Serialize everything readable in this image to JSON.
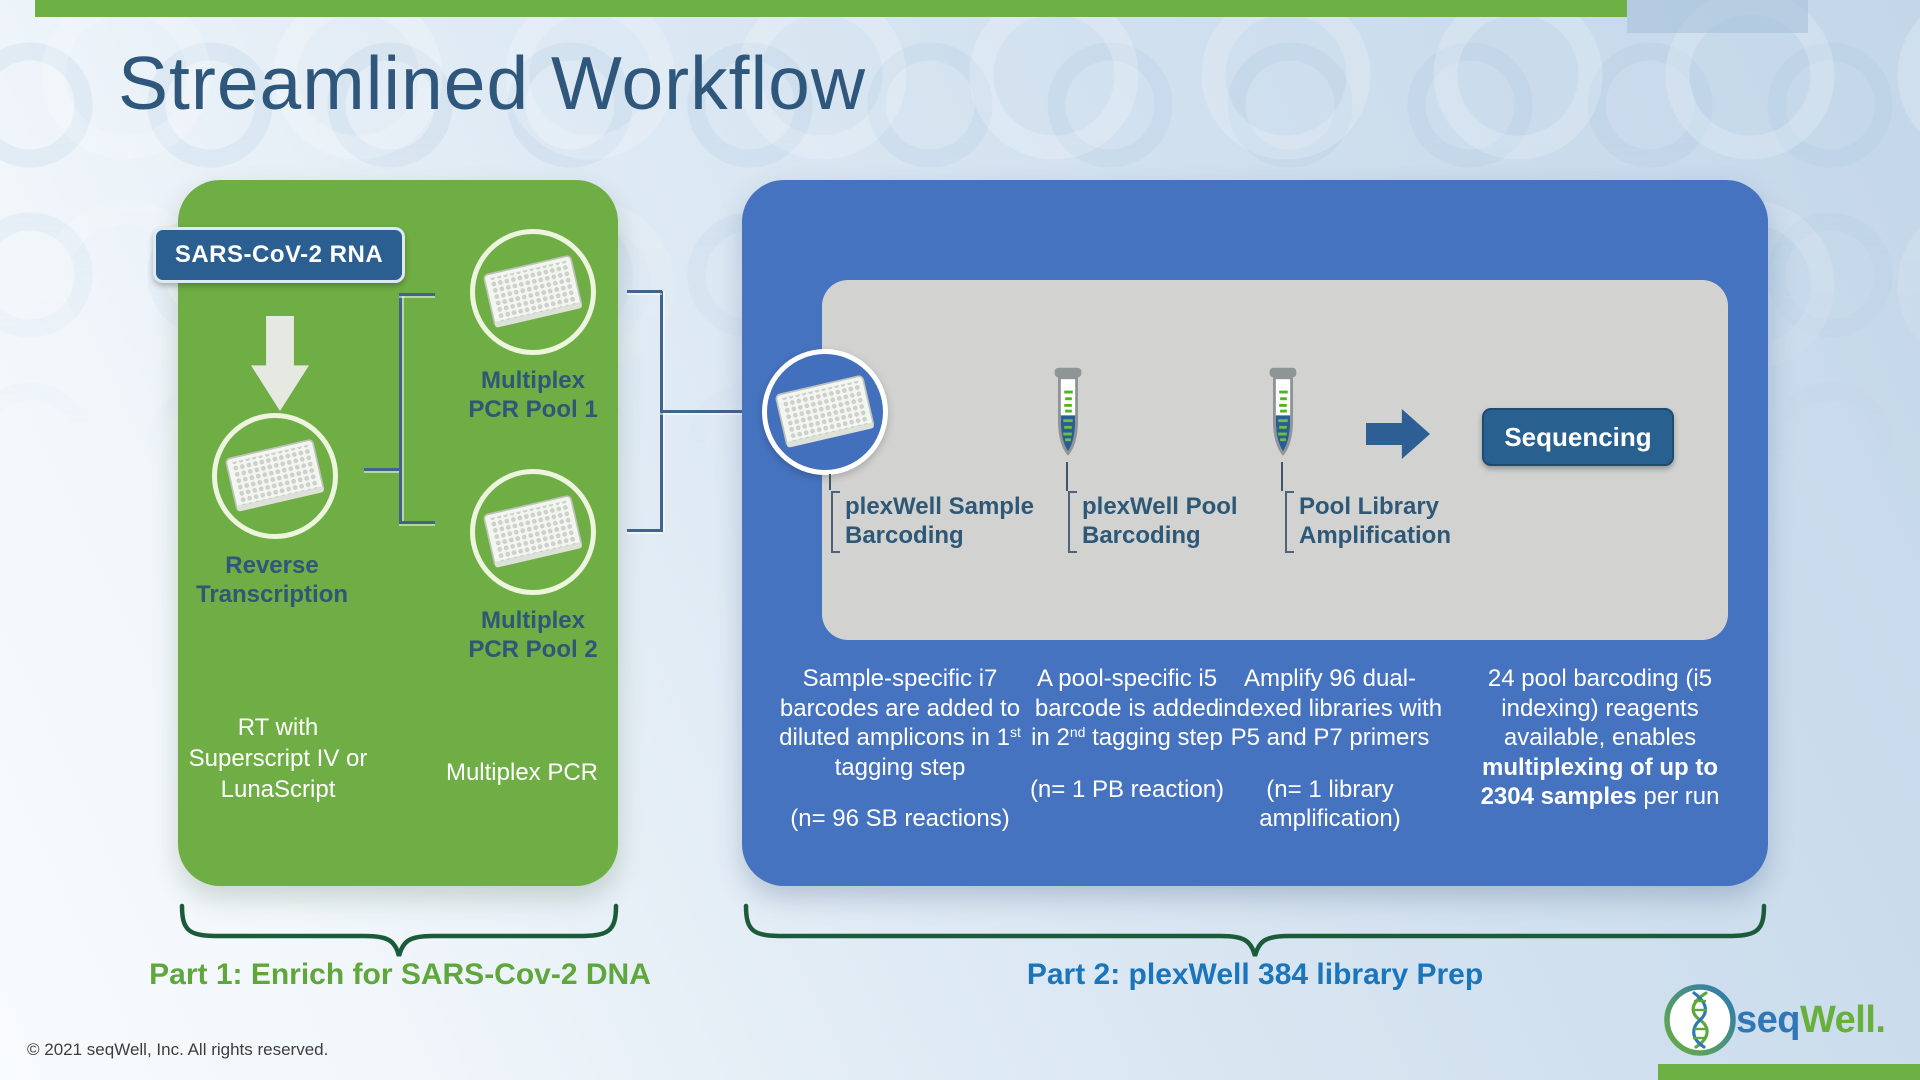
{
  "slide": {
    "title": "Streamlined Workflow",
    "copyright": "© 2021 seqWell, Inc.  All rights reserved."
  },
  "part1": {
    "caption": "Part 1: Enrich for SARS-Cov-2 DNA",
    "input_label": "SARS-CoV-2 RNA",
    "rt_label": "Reverse Transcription",
    "rt_note": "RT with Superscript IV or LunaScript",
    "pool1_label": "Multiplex PCR Pool 1",
    "pool2_label": "Multiplex PCR Pool 2",
    "pcr_note": "Multiplex PCR"
  },
  "part2": {
    "caption": "Part 2: plexWell 384 library Prep",
    "sequencing": "Sequencing",
    "step1": {
      "label": "plexWell Sample Barcoding",
      "desc_pre": "Sample-specific i7 barcodes are added to diluted amplicons in 1",
      "desc_sup": "st",
      "desc_post": " tagging step",
      "note": "(n= 96 SB reactions)"
    },
    "step2": {
      "label": "plexWell Pool Barcoding",
      "desc_pre": "A pool-specific i5 barcode is added in 2",
      "desc_sup": "nd",
      "desc_post": " tagging step",
      "note": "(n= 1 PB reaction)"
    },
    "step3": {
      "label": "Pool Library Amplification",
      "desc": "Amplify 96 dual-indexed libraries with P5 and P7 primers",
      "note": "(n= 1 library amplification)"
    },
    "capacity": {
      "pre": "24 pool barcoding (i5 indexing) reagents available, enables ",
      "bold": "multiplexing of up to 2304 samples",
      "post": " per run"
    }
  },
  "logo": {
    "seq": "seq",
    "well": "Well."
  },
  "colors": {
    "part1_green": "#6FAE44",
    "part2_blue": "#4673BF",
    "accent_bar_green": "#6DB044",
    "dark_blue_box": "#2B5F91",
    "label_text_blue": "#2D5877",
    "panel_gray": "#D2D3D0",
    "sequencing_button": "#28618F",
    "brace_green": "#1C5B3A",
    "caption_green": "#5FA73C",
    "caption_blue": "#1B75BB",
    "logo_blue": "#2F77B5",
    "logo_green": "#68B03C",
    "title_blue": "#2F567B"
  }
}
